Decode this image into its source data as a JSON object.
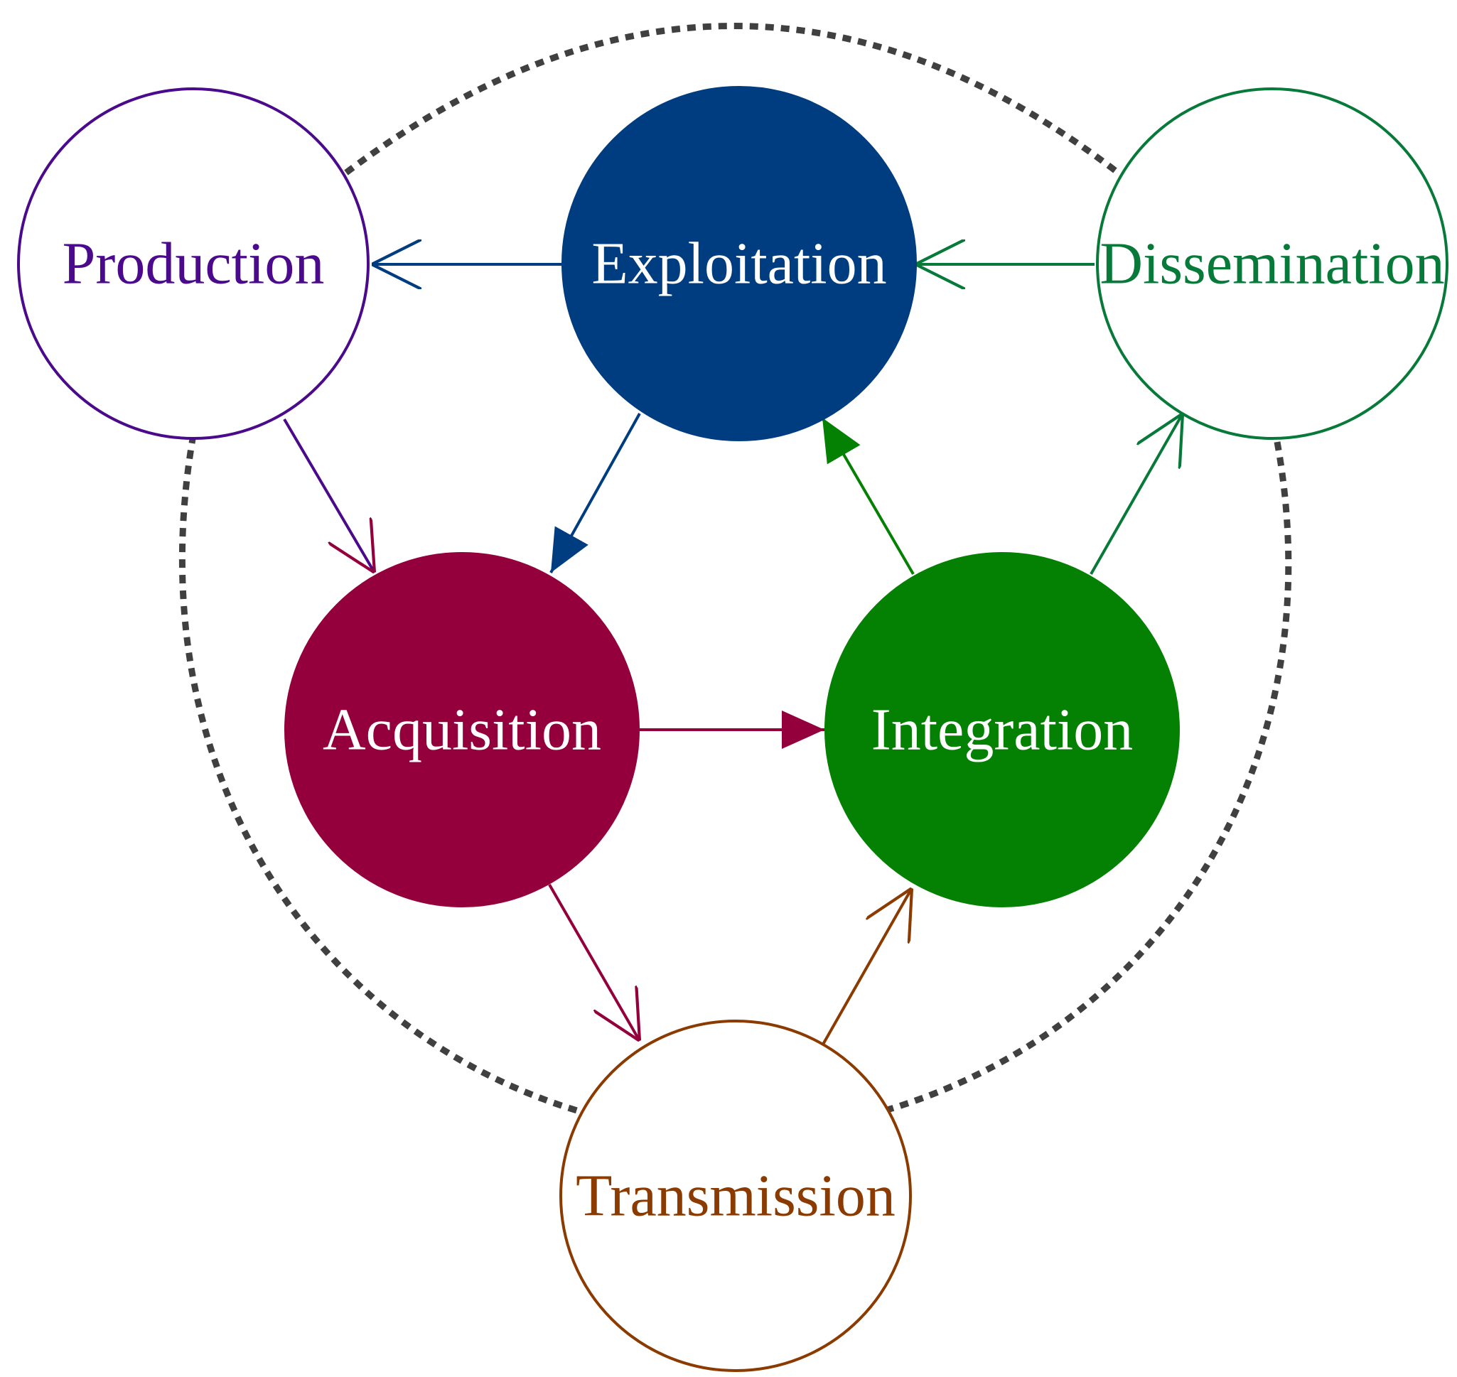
{
  "colors": {
    "production": "#4b0a8c",
    "exploitation": "#003d80",
    "dissemination": "#077a3a",
    "acquisition": "#94003c",
    "integration": "#048003",
    "transmission": "#8b3a00",
    "cycle": "#404040",
    "white": "#ffffff"
  },
  "nodes": {
    "production": {
      "label": "Production"
    },
    "exploitation": {
      "label": "Exploitation"
    },
    "dissemination": {
      "label": "Dissemination"
    },
    "acquisition": {
      "label": "Acquisition"
    },
    "integration": {
      "label": "Integration"
    },
    "transmission": {
      "label": "Transmission"
    }
  }
}
